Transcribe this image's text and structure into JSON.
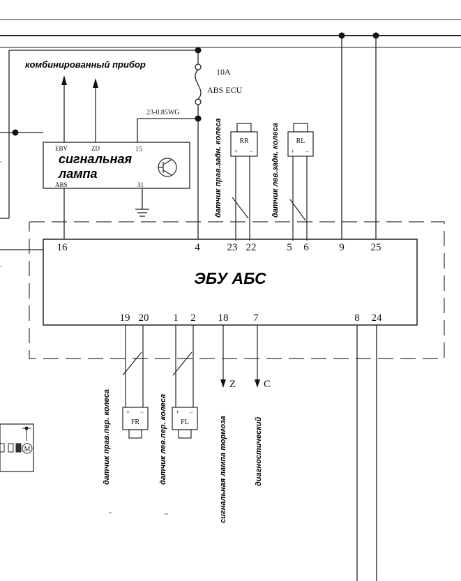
{
  "labels": {
    "combined_instrument": "комбинированный прибор",
    "fuse_rating": "10A",
    "fuse_name": "ABS ECU",
    "wire_code": "23-0.85WG",
    "lamp_title_line1": "сигнальная",
    "lamp_title_line2": "лампа",
    "lamp_pin_ebv": "EBV",
    "lamp_pin_zd": "ZD",
    "lamp_pin_15": "15",
    "lamp_pin_abs": "ABS",
    "lamp_pin_31": "31",
    "ecu_title": "ЭБУ АБС",
    "sensor_rr": "RR",
    "sensor_rl": "RL",
    "sensor_fr": "FR",
    "sensor_fl": "FL",
    "rr_caption": "датчик прав.задн. колеса",
    "rl_caption": "датчик лев.задн. колеса",
    "fr_caption": "датчик прав.пер. колеса",
    "fl_caption": "датчик лев.пер. колеса",
    "brake_lamp_caption": "сигнальная лампа тормоза",
    "diag_caption": "диагностический",
    "out_z": "Z",
    "out_c": "C",
    "plus": "+",
    "minus": "−",
    "motor": "M"
  },
  "ecu_pins_top": [
    "16",
    "4",
    "23",
    "22",
    "5",
    "6",
    "9",
    "25"
  ],
  "ecu_pins_bottom": [
    "19",
    "20",
    "1",
    "2",
    "18",
    "7",
    "8",
    "24"
  ]
}
